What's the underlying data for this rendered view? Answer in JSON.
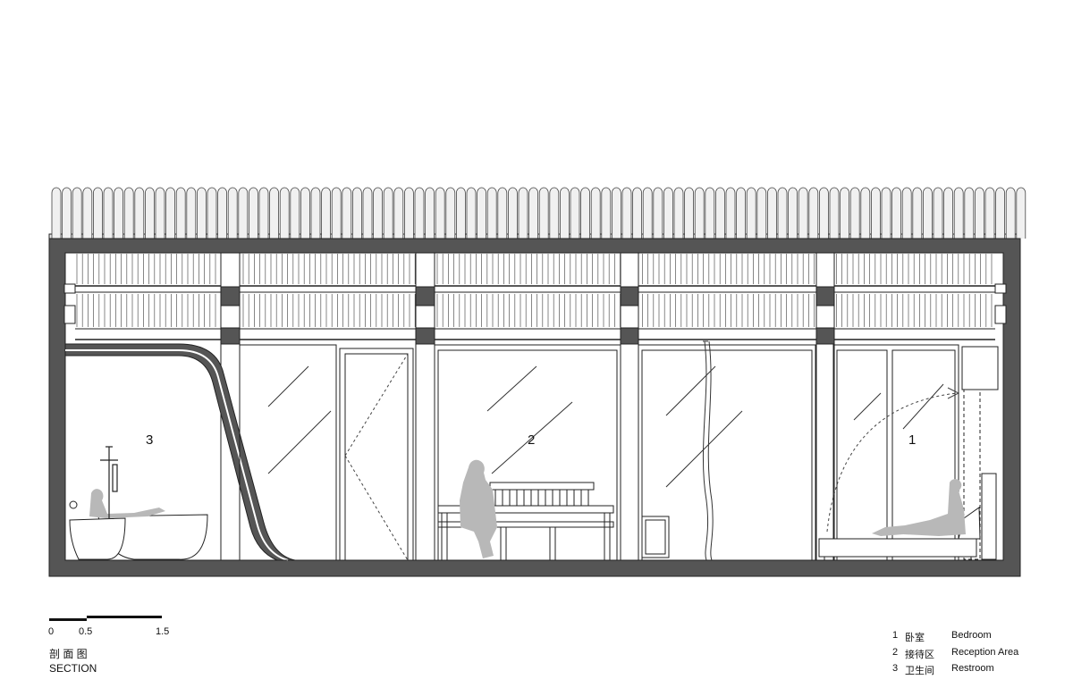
{
  "rooms": [
    {
      "number": "1"
    },
    {
      "number": "2"
    },
    {
      "number": "3"
    }
  ],
  "scale": {
    "ticks": [
      "0",
      "0.5",
      "1.5"
    ]
  },
  "drawing_title": {
    "cn": "剖 面 图",
    "en": "SECTION"
  },
  "legend": [
    {
      "num": "1",
      "cn": "卧室",
      "en": "Bedroom"
    },
    {
      "num": "2",
      "cn": "接待区",
      "en": "Reception Area"
    },
    {
      "num": "3",
      "cn": "卫生间",
      "en": "Restroom"
    }
  ],
  "colors": {
    "wall": "#555555",
    "line": "#222222",
    "silhouette": "#b8b8b8",
    "roof_fill": "#f0f0f0"
  }
}
